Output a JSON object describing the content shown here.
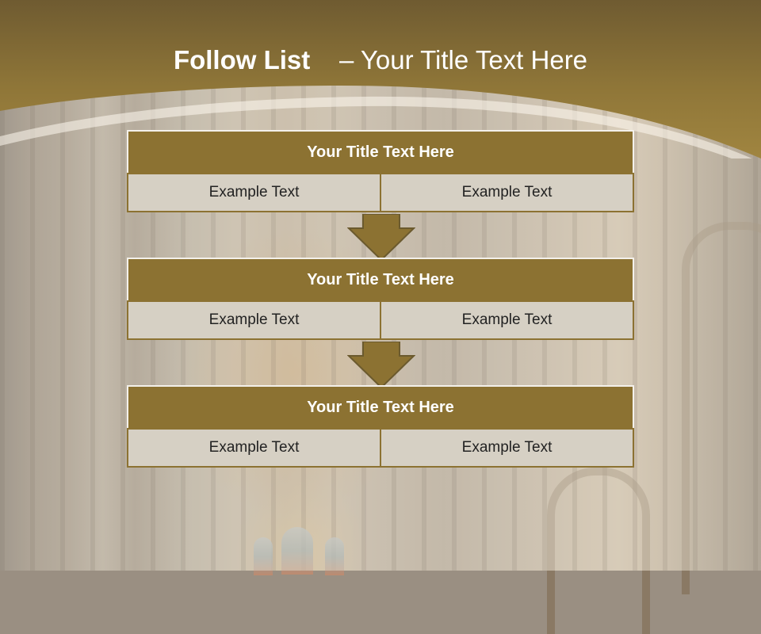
{
  "header": {
    "title_bold": "Follow List",
    "title_rest": "– Your Title Text Here"
  },
  "colors": {
    "band_gold": "#8c7232",
    "band_dark": "#6e5a30",
    "cell_bg": "#d6d0c4"
  },
  "steps": [
    {
      "title": "Your Title Text Here",
      "left": "Example Text",
      "right": "Example Text"
    },
    {
      "title": "Your Title Text Here",
      "left": "Example Text",
      "right": "Example Text"
    },
    {
      "title": "Your Title Text Here",
      "left": "Example Text",
      "right": "Example Text"
    }
  ],
  "icons": [
    "down-arrow-icon",
    "down-arrow-icon"
  ]
}
